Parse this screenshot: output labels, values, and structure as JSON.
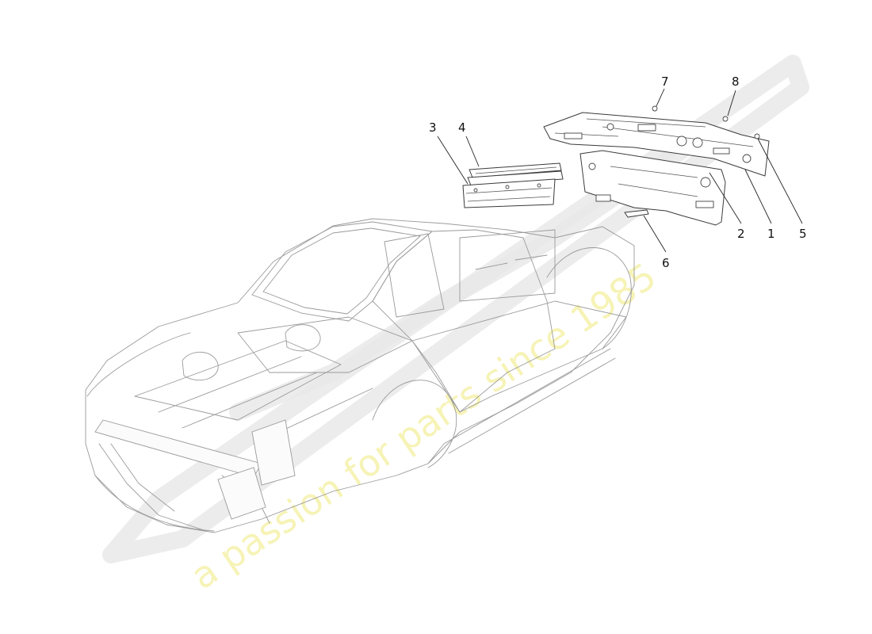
{
  "diagram": {
    "callouts": [
      {
        "id": "1",
        "label": "1"
      },
      {
        "id": "2",
        "label": "2"
      },
      {
        "id": "3",
        "label": "3"
      },
      {
        "id": "4",
        "label": "4"
      },
      {
        "id": "5",
        "label": "5"
      },
      {
        "id": "6",
        "label": "6"
      },
      {
        "id": "7",
        "label": "7"
      },
      {
        "id": "8",
        "label": "8"
      }
    ]
  },
  "watermark": {
    "tagline": "a passion for parts since 1985"
  }
}
